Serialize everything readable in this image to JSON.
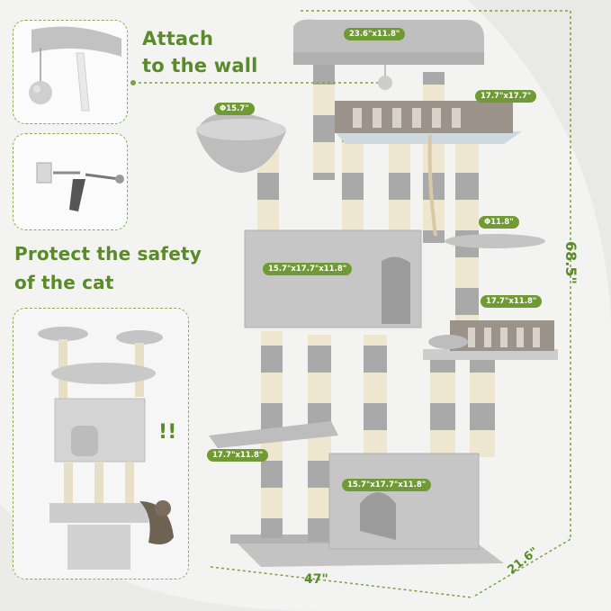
{
  "headings": {
    "attach": "Attach\nto the wall",
    "protect": "Protect the safety\nof the cat",
    "alert": "!!"
  },
  "labels": {
    "top_perch": "23.6\"x11.8\"",
    "basket": "Φ15.7\"",
    "hammock_deck": "17.7\"x17.7\"",
    "small_platform": "Φ11.8\"",
    "condo_upper": "15.7\"x17.7\"x11.8\"",
    "side_perch": "17.7\"x11.8\"",
    "left_platform": "17.7\"x11.8\"",
    "condo_lower": "15.7\"x17.7\"x11.8\""
  },
  "dimensions": {
    "height": "68.5\"",
    "width": "47\"",
    "depth": "21.6\""
  },
  "colors": {
    "accent": "#6f9a34",
    "plush": "#b9b9b9",
    "sisal": "#efe6cf"
  }
}
